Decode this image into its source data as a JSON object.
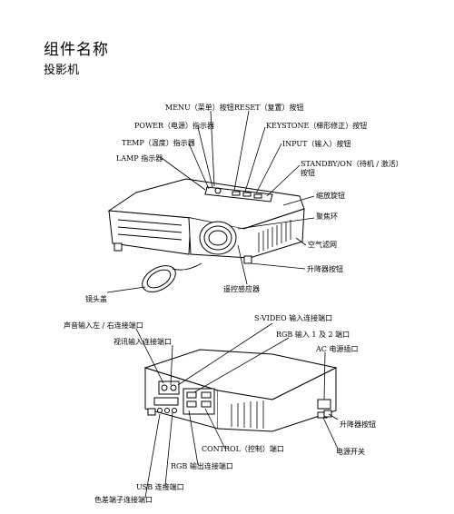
{
  "heading": {
    "title": "组件名称",
    "subtitle": "投影机"
  },
  "top_view": {
    "labels": {
      "menu": "MENU（菜单）按钮",
      "reset": "RESET（复置）按钮",
      "power": "POWER（电源）指示器",
      "keystone": "KEYSTONE（梯形修正）按钮",
      "temp": "TEMP（温度）指示器",
      "input": "INPUT（输入）按钮",
      "lamp": "LAMP 指示器",
      "standby_1": "STANDBY/ON（待机 / 激活）",
      "standby_2": "按钮",
      "zoom": "缩放旋钮",
      "focus": "聚焦环",
      "filter": "空气滤网",
      "elevator_top": "升降器按钮",
      "remote_sensor": "遥控感应器",
      "lens_cap": "镜头盖"
    }
  },
  "rear_view": {
    "labels": {
      "audio_in": "声音输入左 / 右连接端口",
      "svideo": "S-VIDEO 输入连接端口",
      "video_in": "视讯输入连接端口",
      "rgb_in": "RGB 输入 1 及 2 端口",
      "ac_inlet": "AC 电源插口",
      "elevator_rear": "升降器按钮",
      "power_switch": "电源开关",
      "control_port": "CONTROL（控制）端口",
      "rgb_out": "RGB 输出连接端口",
      "usb": "USB 连接端口",
      "component": "色差端子连接端口"
    }
  }
}
